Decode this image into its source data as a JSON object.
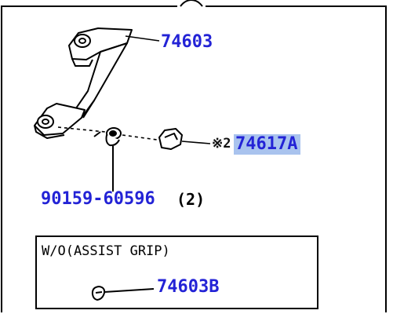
{
  "diagram": {
    "parts": {
      "grip": "74603",
      "cover": "74617A",
      "cover_prefix": "※2",
      "screw": "90159-60596",
      "screw_qty": "(2)",
      "alt_part": "74603B"
    },
    "alt_box": {
      "title": "W/O(ASSIST GRIP)"
    },
    "colors": {
      "part_number": "#2323d6",
      "highlight": "#a9c3ee",
      "line": "#000000"
    }
  }
}
